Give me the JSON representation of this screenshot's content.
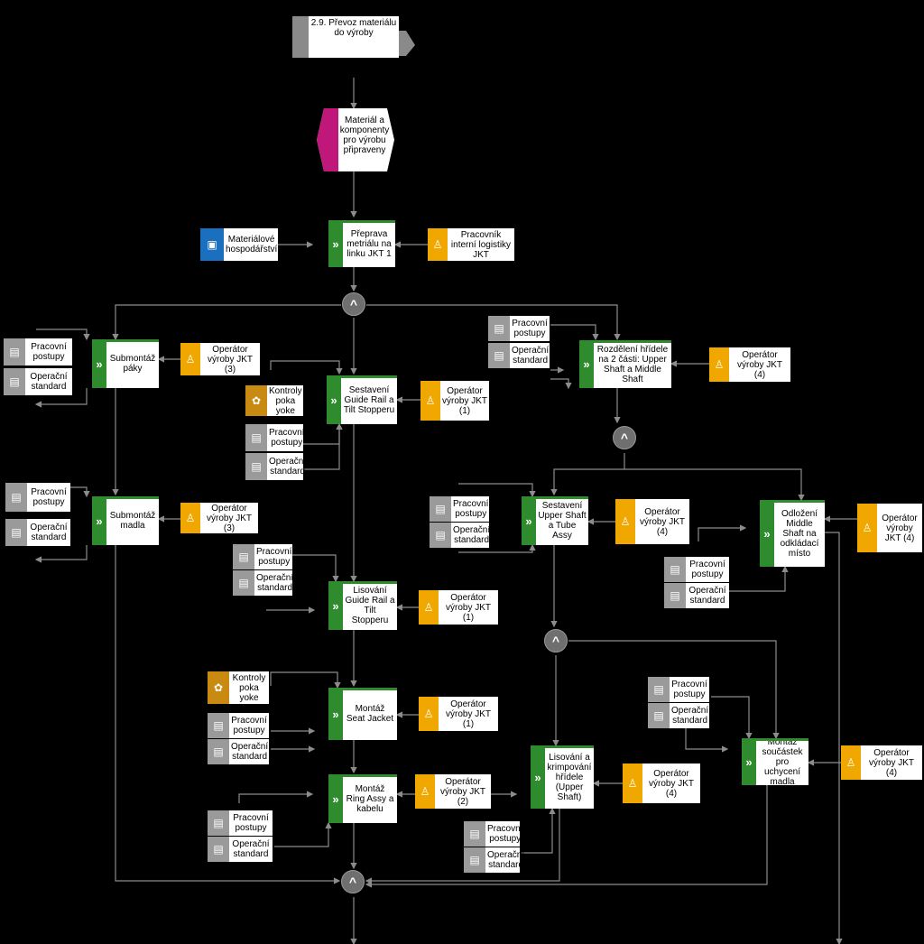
{
  "start": {
    "label": "2.9. Převoz materiálu do výroby"
  },
  "event": {
    "label": "Materiál a komponenty pro výrobu připraveny"
  },
  "functions": {
    "preprava": "Přeprava metriálu na linku JKT 1",
    "submontaz_paky": "Submontáž páky",
    "sestaveni_guide": "Sestavení Guide Rail a Tilt Stopperu",
    "rozdeleni": "Rozdělení hřídele na 2 části: Upper Shaft a Middle Shaft",
    "submontaz_madla": "Submontáž madla",
    "lisovani_guide": "Lisování Guide Rail a Tilt Stopperu",
    "sestaveni_upper": "Sestavení Upper Shaft a Tube Assy",
    "odlozeni": "Odložení Middle Shaft na odkládací místo",
    "montaz_seat": "Montáž Seat Jacket",
    "montaz_ring": "Montáž Ring Assy a kabelu",
    "lisovani_krimp": "Lisování a krimpování hřídele (Upper Shaft)",
    "montaz_soucastek": "Montáž součástek pro uchycení madla"
  },
  "roles": {
    "pracovnik": "Pracovník interní logistiky JKT",
    "op3a": "Operátor výroby JKT (3)",
    "op1a": "Operátor výroby JKT (1)",
    "op4a": "Operátor výroby JKT (4)",
    "op3b": "Operátor výroby JKT (3)",
    "op4b": "Operátor výroby JKT (4)",
    "op4c": "Operátor výroby JKT (4)",
    "op1b": "Operátor výroby JKT (1)",
    "op1c": "Operátor výroby JKT (1)",
    "op2": "Operátor výroby JKT (2)",
    "op4d": "Operátor výroby JKT (4)",
    "op4e": "Operátor výroby JKT (4)"
  },
  "system": {
    "label": "Materiálové hospodářství"
  },
  "controls": {
    "label": "Kontroly poka yoke"
  },
  "docs": {
    "postupy": "Pracovní postupy",
    "standard": "Operační standard"
  },
  "gate_symbol": "^",
  "icons": {
    "function": "double-chevron-icon",
    "role": "person-icon",
    "doc": "document-icon",
    "system": "application-icon",
    "control": "rule-icon",
    "event": "flag-icon",
    "start": "process-interface-icon"
  },
  "colors": {
    "function": "#2e8b2e",
    "role": "#f0a800",
    "doc": "#9a9a9a",
    "system": "#1a6fbf",
    "event": "#c0187a",
    "gate": "#6f6f6f",
    "start": "#8a8a8a"
  }
}
